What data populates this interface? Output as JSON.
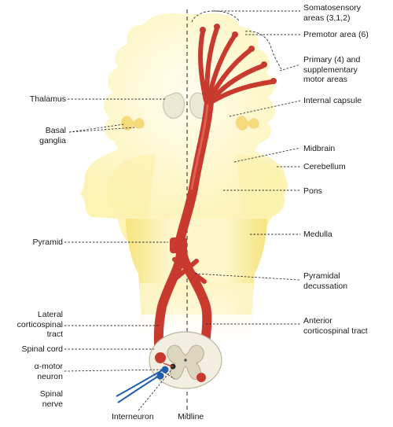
{
  "labels": {
    "somatosensory": "Somatosensory\nareas (3,1,2)",
    "premotor": "Premotor area (6)",
    "primary": "Primary (4) and\nsupplementary\nmotor areas",
    "internal_capsule": "Internal capsule",
    "midbrain": "Midbrain",
    "cerebellum": "Cerebellum",
    "pons": "Pons",
    "medulla": "Medulla",
    "pyramidal_decussation": "Pyramidal\ndecussation",
    "anterior_tract": "Anterior\ncorticospinal tract",
    "thalamus": "Thalamus",
    "basal_ganglia": "Basal\nganglia",
    "pyramid": "Pyramid",
    "lateral_tract": "Lateral\ncorticospinal\ntract",
    "spinal_cord": "Spinal cord",
    "alpha_motor": "α-motor\nneuron",
    "spinal_nerve": "Spinal\nnerve",
    "interneuron": "Interneuron",
    "midline": "Midline"
  },
  "colors": {
    "brain_fill": "#fdf7c6",
    "brain_stem_fill": "#fcefa0",
    "thalamus_fill": "#e9e6d2",
    "basal_ganglia_fill": "#f6dc82",
    "tract": "#c8392e",
    "tract_highlight": "#e36a5c",
    "cord_fill": "#f4f1e4",
    "neuron_blue": "#1f5fb0",
    "leader": "#333333"
  }
}
